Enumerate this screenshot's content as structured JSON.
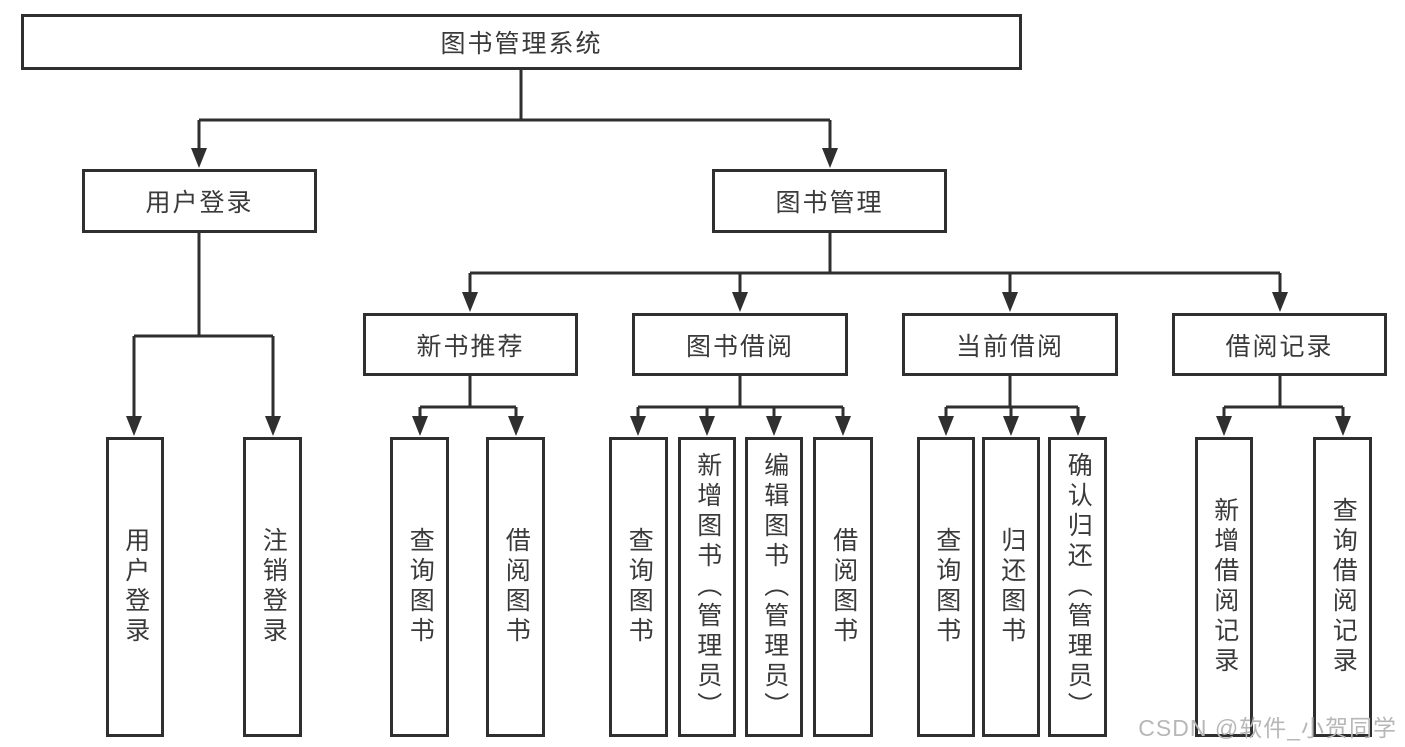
{
  "title": "图书管理系统",
  "tree": {
    "root": {
      "label": "图书管理系统"
    },
    "children": [
      {
        "label": "用户登录",
        "children": [
          {
            "label": "用户登录"
          },
          {
            "label": "注销登录"
          }
        ]
      },
      {
        "label": "图书管理",
        "children": [
          {
            "label": "新书推荐",
            "children": [
              {
                "label": "查询图书"
              },
              {
                "label": "借阅图书"
              }
            ]
          },
          {
            "label": "图书借阅",
            "children": [
              {
                "label": "查询图书"
              },
              {
                "label": "新增图书（管理员）"
              },
              {
                "label": "编辑图书（管理员）"
              },
              {
                "label": "借阅图书"
              }
            ]
          },
          {
            "label": "当前借阅",
            "children": [
              {
                "label": "查询图书"
              },
              {
                "label": "归还图书"
              },
              {
                "label": "确认归还（管理员）"
              }
            ]
          },
          {
            "label": "借阅记录",
            "children": [
              {
                "label": "新增借阅记录"
              },
              {
                "label": "查询借阅记录"
              }
            ]
          }
        ]
      }
    ]
  },
  "watermark": {
    "text": "CSDN @软件_小贺同学"
  },
  "colors": {
    "line": "#2f2f2f",
    "text": "#3a3a3a",
    "box_background": "#ffffff",
    "page_background": "#ffffff",
    "watermark": "#b7b7b7"
  }
}
